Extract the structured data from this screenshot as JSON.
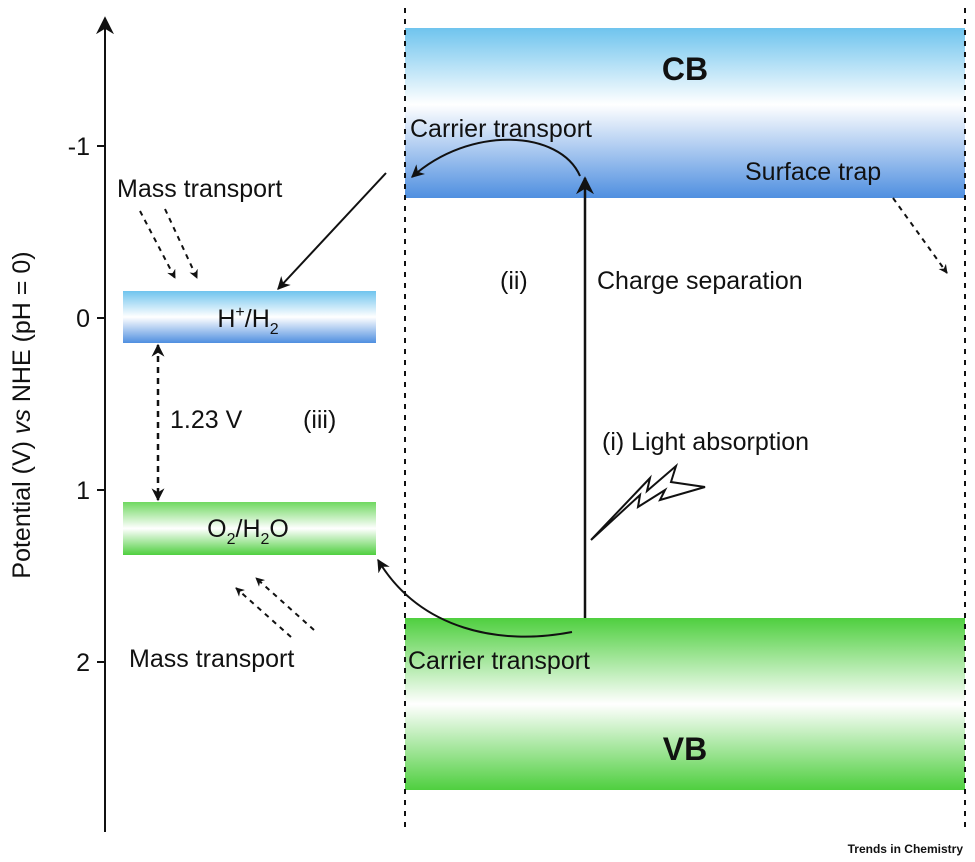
{
  "axis": {
    "label_prefix": "Potential (V) ",
    "label_italic": "vs",
    "label_suffix": " NHE (pH = 0)",
    "ticks": [
      {
        "value": -1,
        "label": "-1"
      },
      {
        "value": 0,
        "label": "0"
      },
      {
        "value": 1,
        "label": "1"
      },
      {
        "value": 2,
        "label": "2"
      }
    ]
  },
  "bands": {
    "cb": "CB",
    "vb": "VB"
  },
  "redox": {
    "h_plus": "H",
    "h_sup": "+",
    "h_slash": "/H",
    "h_sub": "2",
    "o2": "O",
    "o2_sub": "2",
    "o2_slash": "/H",
    "o2_sub2": "2",
    "o2_tail": "O",
    "gap": "1.23 V",
    "gap_value": 1.23
  },
  "labels": {
    "mass_transport_top": "Mass transport",
    "mass_transport_bottom": "Mass transport",
    "carrier_transport_top": "Carrier transport",
    "carrier_transport_bottom": "Carrier transport",
    "surface_trap": "Surface trap",
    "charge_separation": "Charge separation",
    "light_absorption": "(i) Light absorption",
    "step_ii": "(ii)",
    "step_iii": "(iii)"
  },
  "credit": "Trends in Chemistry",
  "colors": {
    "cb_blue": "#4f8fe0",
    "vb_green": "#4fcf3f",
    "ink": "#111111"
  }
}
